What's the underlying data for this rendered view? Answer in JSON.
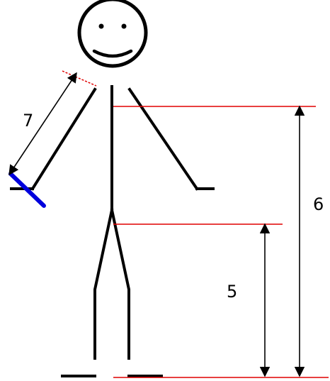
{
  "diagram": {
    "labels": {
      "arm_length": "7",
      "shoulder_height": "6",
      "leg_length": "5"
    },
    "colors": {
      "figure": "#000000",
      "guide_lines": "#e00000",
      "hand_bar": "#0000dd"
    }
  }
}
